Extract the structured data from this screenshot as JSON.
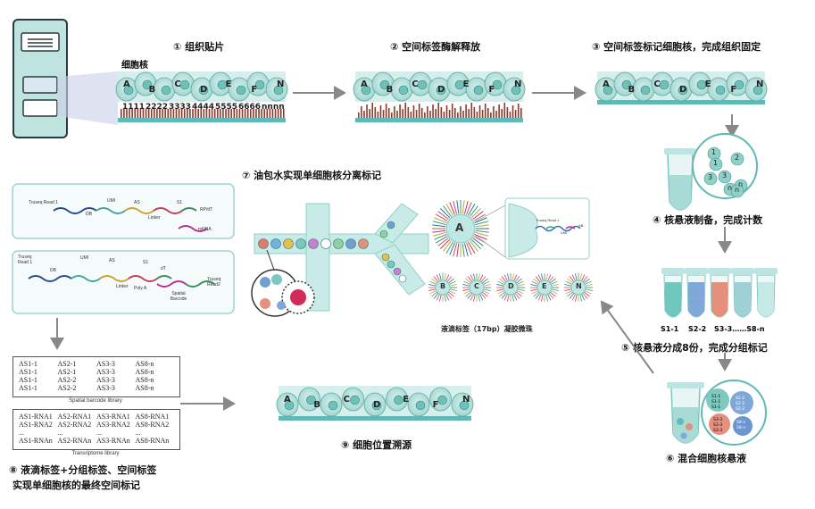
{
  "steps": {
    "s1": "① 组织贴片",
    "s2": "② 空间标签酶解释放",
    "s3": "③ 空间标签标记细胞核，完成组织固定",
    "s4": "④ 核悬液制备，完成计数",
    "s5": "⑤ 核悬液分成8份，完成分组标记",
    "s6": "⑥ 混合细胞核悬液",
    "s7": "⑦ 油包水实现单细胞核分离标记",
    "s8a": "⑧ 液滴标签+分组标签、空间标签",
    "s8b": "实现单细胞核的最终空间标记",
    "s9": "⑨ 细胞位置溯源"
  },
  "tissue_label": "细胞核",
  "cell_letters": [
    "A",
    "B",
    "C",
    "D",
    "E",
    "F",
    "N"
  ],
  "barcode_numbers": [
    "1111",
    "2222",
    "3333",
    "4444",
    "5555",
    "6666",
    "nnnn"
  ],
  "tube_labels": [
    "S1-1",
    "S2-2",
    "S3-3……S8-n"
  ],
  "nuclei_circle": {
    "items": [
      "1",
      "1",
      "2",
      "3",
      "3",
      "n",
      "n",
      "n"
    ]
  },
  "mix_circles": [
    "S1-1 S1-1 S1-1",
    "S3-3 S3-3 S3-3",
    "S2-2 S2-2 S2-2",
    "S8-n S8-n"
  ],
  "bead_labels": {
    "main": "A",
    "small": [
      "B",
      "C",
      "D",
      "E",
      "N"
    ],
    "caption": "液滴标签（17bp）凝胶微珠"
  },
  "construct1": {
    "truseq": "Truseq Read 1",
    "db": "DB",
    "umi": "UMI",
    "as": "AS",
    "linker": "Linker",
    "s1": "S1",
    "rp": "RP/dT",
    "mrna": "mRNA"
  },
  "construct2": {
    "truseq": "Truseq Read 1",
    "db": "DB",
    "umi": "UMI",
    "as": "AS",
    "linker": "Linker",
    "s1": "S1",
    "dt": "dT",
    "polya": "Poly A",
    "spatial": "Spatial Barcode",
    "truseq2": "Truseq Read2"
  },
  "bead_zoom": {
    "truseq": "Truseq Read 1",
    "umi": "UMI",
    "ab": "AB"
  },
  "spatial_table": {
    "rows": [
      [
        "AS1-1",
        "AS2-1",
        "AS3-3",
        "AS8-n"
      ],
      [
        "AS1-1",
        "AS2-1",
        "AS3-3",
        "AS8-n"
      ],
      [
        "AS1-1",
        "AS2-2",
        "AS3-3",
        "AS8-n"
      ],
      [
        "AS1-1",
        "AS2-2",
        "AS3-3",
        "AS8-n"
      ]
    ],
    "caption": "Spatial barcode library"
  },
  "transcript_table": {
    "rows": [
      [
        "AS1-RNA1",
        "AS2-RNA1",
        "AS3-RNA1",
        "AS8-RNA1"
      ],
      [
        "AS1-RNA2",
        "AS2-RNA2",
        "AS3-RNA2",
        "AS8-RNA2"
      ],
      [
        "...",
        "...",
        "...",
        "..."
      ],
      [
        "AS1-RNAn",
        "AS2-RNAn",
        "AS3-RNAn",
        "AS8-RNAn"
      ]
    ],
    "caption": "Transriptome library"
  },
  "colors": {
    "teal": "#5fb9b4",
    "lightteal": "#bfe5e1",
    "barcode": "#8a3a2c",
    "arrow": "#888888"
  }
}
